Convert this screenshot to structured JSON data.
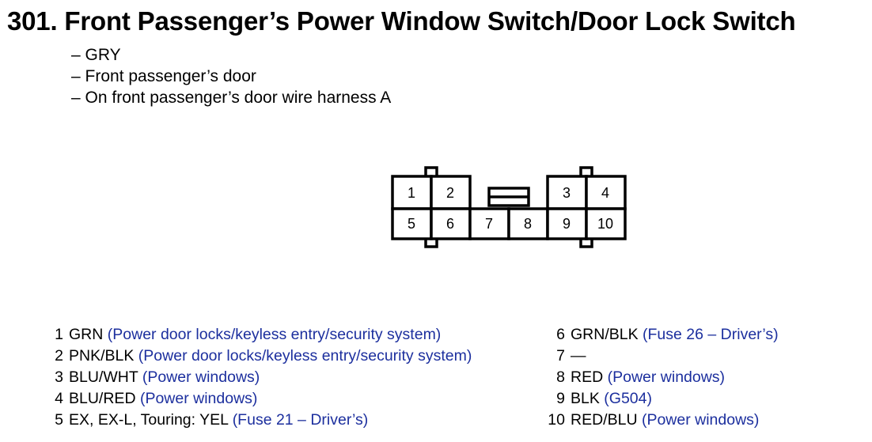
{
  "title": "301. Front Passenger’s Power Window Switch/Door Lock Switch",
  "info": [
    "– GRY",
    "– Front passenger’s door",
    "– On front passenger’s door wire harness A"
  ],
  "connector": {
    "top_row": [
      {
        "label": "1"
      },
      {
        "label": "2"
      },
      {
        "label": ""
      },
      {
        "label": "3"
      },
      {
        "label": "4"
      }
    ],
    "bottom_row": [
      {
        "label": "5"
      },
      {
        "label": "6"
      },
      {
        "label": "7"
      },
      {
        "label": "8"
      },
      {
        "label": "9"
      },
      {
        "label": "10"
      }
    ]
  },
  "pins_left": [
    {
      "num": "1",
      "wire": "GRN",
      "desc": "(Power door locks/keyless entry/security system)"
    },
    {
      "num": "2",
      "wire": "PNK/BLK",
      "desc": "(Power door locks/keyless entry/security system)"
    },
    {
      "num": "3",
      "wire": "BLU/WHT",
      "desc": "(Power windows)"
    },
    {
      "num": "4",
      "wire": "BLU/RED",
      "desc": "(Power windows)"
    },
    {
      "num": "5",
      "wire": "EX, EX-L, Touring: YEL",
      "desc": "(Fuse 21 – Driver’s)"
    }
  ],
  "pins_right": [
    {
      "num": "6",
      "wire": "GRN/BLK",
      "desc": "(Fuse 26 – Driver’s)"
    },
    {
      "num": "7",
      "wire": "—",
      "desc": ""
    },
    {
      "num": "8",
      "wire": "RED",
      "desc": "(Power windows)"
    },
    {
      "num": "9",
      "wire": "BLK",
      "desc": "(G504)"
    },
    {
      "num": "10",
      "wire": "RED/BLU",
      "desc": "(Power windows)"
    }
  ],
  "colors": {
    "text": "#000000",
    "description": "#1c2f9e"
  }
}
